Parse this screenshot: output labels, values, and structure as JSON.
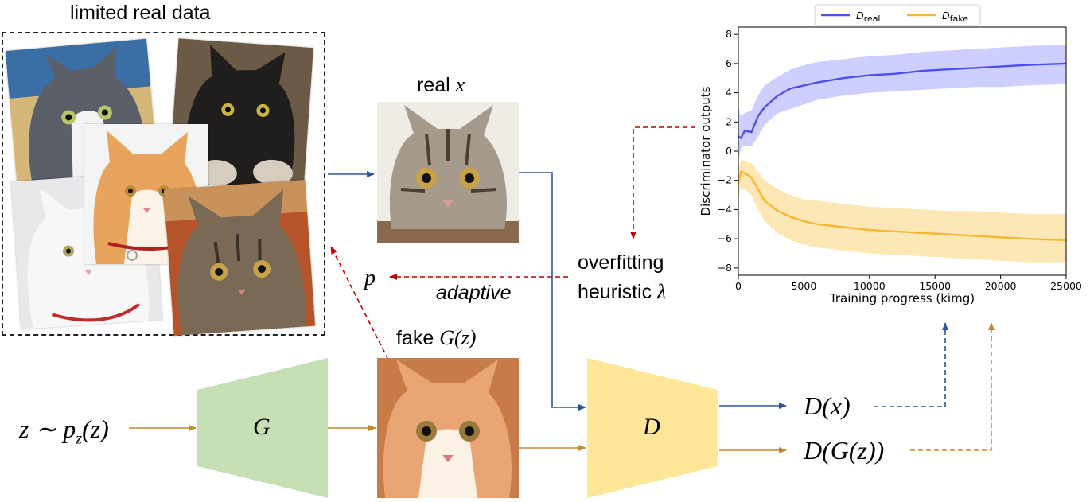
{
  "labels": {
    "limited_real_data": "limited real data",
    "real_x_text": "real",
    "real_x_var": "x",
    "fake_text": "fake",
    "fake_expr": "G(z)",
    "p": "p",
    "adaptive": "adaptive",
    "overfitting": "overfitting",
    "heuristic_text": "heuristic",
    "heuristic_var": "λ",
    "z_expr": "z ∼ p",
    "z_sub": "z",
    "z_tail": "(z)",
    "generator": "G",
    "discriminator": "D",
    "d_real_out": "D(x)",
    "d_fake_out": "D(G(z))"
  },
  "icons": [
    "cat-photo-grey-white",
    "cat-photo-black",
    "cat-photo-orange",
    "cat-photo-white",
    "cat-photo-tabby",
    "cat-photo-tabby-real",
    "cat-photo-ginger-fake"
  ],
  "colors": {
    "real_path": "#2f5597",
    "fake_path": "#c08a2e",
    "adaptive_path": "#c00000",
    "generator_fill": "#c5e0b4",
    "discriminator_fill": "#ffe699",
    "d_real_line": "#4f4ff0",
    "d_real_band": "#c7c7ff",
    "d_fake_line": "#f7b733",
    "d_fake_band": "#fde3a8"
  },
  "chart_data": {
    "type": "line",
    "title": "",
    "xlabel": "Training progress (kimg)",
    "ylabel": "Discriminator outputs",
    "xlim": [
      0,
      25000
    ],
    "ylim": [
      -8.5,
      8.5
    ],
    "xticks": [
      0,
      5000,
      10000,
      15000,
      20000,
      25000
    ],
    "yticks": [
      -8,
      -6,
      -4,
      -2,
      0,
      2,
      4,
      6,
      8
    ],
    "legend_position": "top-center",
    "series": [
      {
        "name": "D",
        "name_sub": "real",
        "x": [
          0,
          200,
          500,
          1000,
          1500,
          2000,
          3000,
          4000,
          5000,
          6000,
          8000,
          10000,
          12000,
          14000,
          16000,
          18000,
          20000,
          22000,
          25000
        ],
        "values": [
          1.0,
          0.9,
          1.4,
          1.3,
          2.4,
          3.0,
          3.8,
          4.3,
          4.5,
          4.7,
          5.0,
          5.2,
          5.3,
          5.5,
          5.6,
          5.7,
          5.8,
          5.9,
          6.0
        ],
        "band_low": [
          -0.6,
          0.2,
          0.4,
          0.3,
          1.0,
          1.8,
          2.6,
          2.9,
          3.2,
          3.5,
          3.8,
          4.0,
          4.1,
          4.2,
          4.3,
          4.4,
          4.4,
          4.5,
          4.6
        ],
        "band_high": [
          3.0,
          2.4,
          2.6,
          2.8,
          3.8,
          4.5,
          5.1,
          5.6,
          5.9,
          6.1,
          6.3,
          6.5,
          6.6,
          6.8,
          6.9,
          7.0,
          7.1,
          7.2,
          7.3
        ]
      },
      {
        "name": "D",
        "name_sub": "fake",
        "x": [
          0,
          200,
          500,
          1000,
          1500,
          2000,
          3000,
          4000,
          5000,
          6000,
          8000,
          10000,
          12000,
          14000,
          16000,
          18000,
          20000,
          22000,
          25000
        ],
        "values": [
          -2.2,
          -1.4,
          -1.5,
          -1.8,
          -2.6,
          -3.4,
          -4.1,
          -4.5,
          -4.8,
          -5.0,
          -5.2,
          -5.4,
          -5.5,
          -5.6,
          -5.7,
          -5.8,
          -5.9,
          -6.0,
          -6.1
        ],
        "band_low": [
          -3.2,
          -2.5,
          -2.6,
          -3.0,
          -4.0,
          -4.8,
          -5.6,
          -6.1,
          -6.4,
          -6.6,
          -6.8,
          -7.0,
          -7.1,
          -7.2,
          -7.3,
          -7.4,
          -7.5,
          -7.6,
          -7.6
        ],
        "band_high": [
          -1.2,
          -0.6,
          -0.7,
          -0.8,
          -1.4,
          -2.0,
          -2.6,
          -3.0,
          -3.3,
          -3.4,
          -3.6,
          -3.8,
          -3.9,
          -4.0,
          -4.1,
          -4.1,
          -4.2,
          -4.3,
          -4.3
        ]
      }
    ]
  }
}
